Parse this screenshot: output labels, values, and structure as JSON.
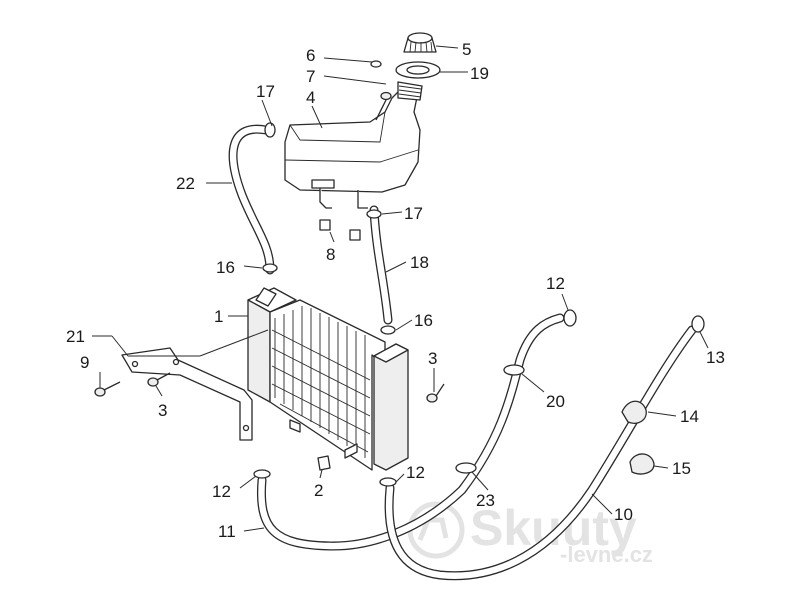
{
  "callouts": {
    "c1": "1",
    "c2": "2",
    "c3a": "3",
    "c3b": "3",
    "c4": "4",
    "c5": "5",
    "c6": "6",
    "c7": "7",
    "c8": "8",
    "c9": "9",
    "c10": "10",
    "c11": "11",
    "c12a": "12",
    "c12b": "12",
    "c12c": "12",
    "c13": "13",
    "c14": "14",
    "c15": "15",
    "c16a": "16",
    "c16b": "16",
    "c17a": "17",
    "c17b": "17",
    "c18": "18",
    "c19": "19",
    "c20": "20",
    "c21": "21",
    "c22": "22",
    "c23": "23"
  },
  "watermark": {
    "brand": "Skuuty",
    "domain": "-levne.cz"
  },
  "colors": {
    "line": "#2a2a2a",
    "watermark": "#e3e3e3",
    "background": "#ffffff"
  }
}
